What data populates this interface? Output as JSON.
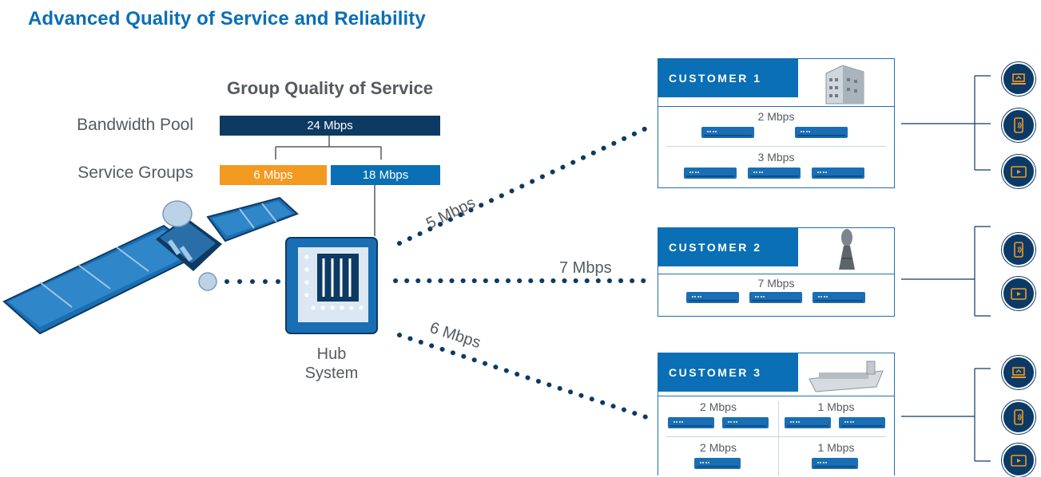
{
  "title": "Advanced Quality of Service and Reliability",
  "group_qos": {
    "heading": "Group Quality of Service",
    "bandwidth_pool_label": "Bandwidth Pool",
    "bandwidth_pool_value": "24 Mbps",
    "service_groups_label": "Service Groups",
    "groups": [
      "6 Mbps",
      "18 Mbps"
    ]
  },
  "hub": {
    "label_line1": "Hub",
    "label_line2": "System"
  },
  "links": {
    "customer1": "5 Mbps",
    "customer2": "7 Mbps",
    "customer3": "6 Mbps"
  },
  "customers": [
    {
      "name": "CUSTOMER 1",
      "rows": [
        "2 Mbps",
        "3 Mbps"
      ]
    },
    {
      "name": "CUSTOMER 2",
      "rows": [
        "7 Mbps"
      ]
    },
    {
      "name": "CUSTOMER 3",
      "cells": [
        "2 Mbps",
        "1 Mbps",
        "2 Mbps",
        "1 Mbps"
      ]
    }
  ],
  "colors": {
    "dark_navy": "#0d3a63",
    "blue": "#0a6fb4",
    "orange": "#f39a22",
    "grey_text": "#555a5f"
  },
  "icons": [
    "laptop-icon",
    "phone-icon",
    "tablet-icon"
  ]
}
